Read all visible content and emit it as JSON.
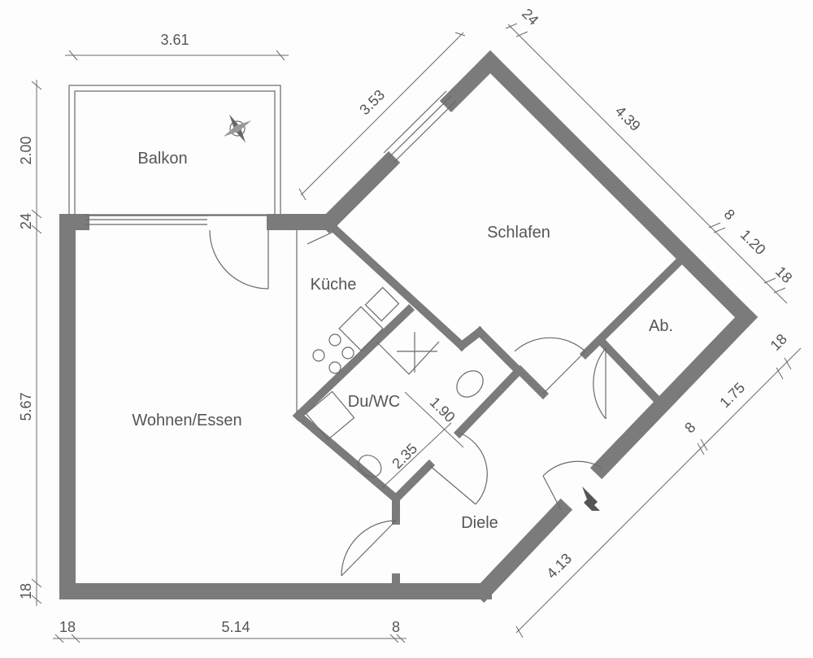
{
  "rooms": {
    "balkon": "Balkon",
    "wohnen": "Wohnen/Essen",
    "kueche": "Küche",
    "schlafen": "Schlafen",
    "duwc": "Du/WC",
    "ab": "Ab.",
    "diele": "Diele"
  },
  "dimensions": {
    "top_balkon": "3.61",
    "left_balkon": "2.00",
    "left_wall_top": "24",
    "left_main": "5.67",
    "left_wall_bottom": "18",
    "bottom_wall_left": "18",
    "bottom_main": "5.14",
    "bottom_wall_inner": "8",
    "diag_window": "3.53",
    "ne_wall": "24",
    "ne_schlafen": "4.39",
    "ne_inner": "8",
    "ne_ab": "1.20",
    "ne_wall_end": "18",
    "se_wall": "18",
    "se_ab": "1.75",
    "se_inner": "8",
    "se_diele": "4.13",
    "bath_width": "1.90",
    "bath_length": "2.35"
  },
  "colors": {
    "wall": "#7b7b7b",
    "line": "#6a6a6a",
    "background": "#fdfdfd"
  }
}
